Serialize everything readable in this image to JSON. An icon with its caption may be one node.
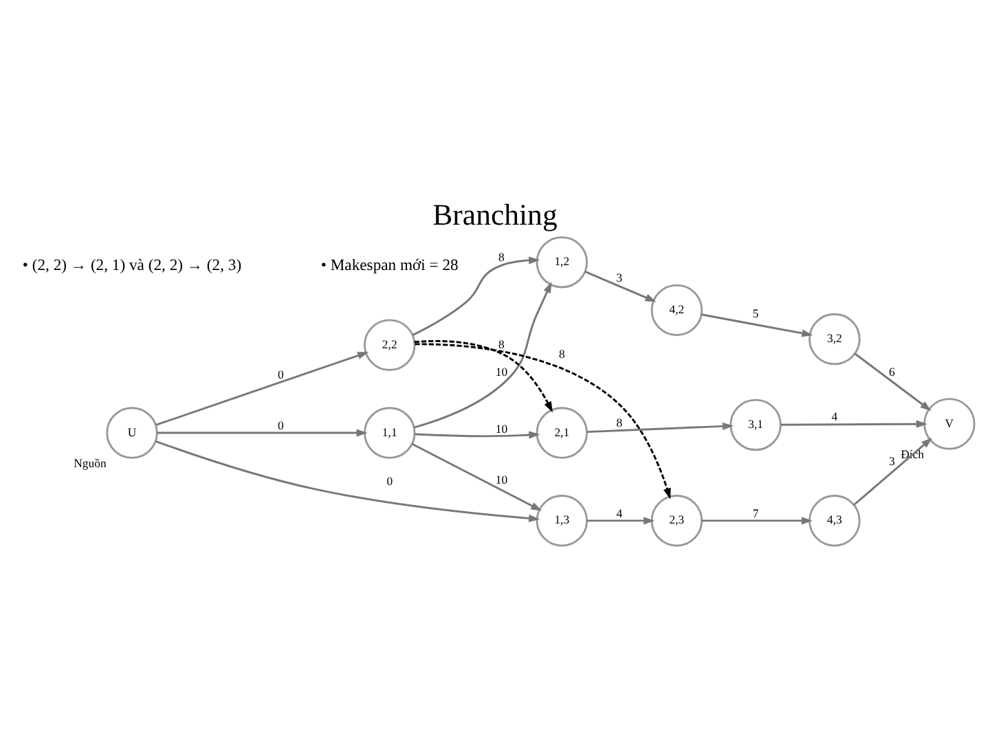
{
  "diagram": {
    "title": "Branching",
    "nodes": [
      {
        "text": [
          "U"
        ],
        "beside": [
          "Nguồn"
        ]
      },
      {
        "text": [
          "1,1"
        ]
      },
      {
        "text": [
          "2,2"
        ]
      },
      {
        "text": [
          "1,3"
        ]
      },
      {
        "text": [
          "2,1"
        ]
      },
      {
        "text": [
          "1,2"
        ]
      },
      {
        "text": [
          "2,3"
        ]
      },
      {
        "text": [
          "3,1"
        ]
      },
      {
        "text": [
          "4,2"
        ]
      },
      {
        "text": [
          "4,3"
        ]
      },
      {
        "text": [
          "3,2"
        ]
      },
      {
        "text": [
          "V"
        ],
        "beside": [
          "Đích"
        ]
      }
    ],
    "edges": [
      {
        "from": 0,
        "to": 1,
        "arrow": "to",
        "label": "0"
      },
      {
        "from": 0,
        "to": 2,
        "arrow": "to",
        "label": "0"
      },
      {
        "from": 0,
        "to": 3,
        "arrow": "to",
        "label": "0"
      },
      {
        "from": 1,
        "to": 4,
        "arrow": "to",
        "label": "10"
      },
      {
        "from": 2,
        "to": 5,
        "arrow": "to",
        "label": "8"
      },
      {
        "from": 3,
        "to": 6,
        "arrow": "to",
        "label": "4"
      },
      {
        "from": 1,
        "to": 5,
        "arrow": "to",
        "label": "10"
      },
      {
        "from": 1,
        "to": 3,
        "arrow": "to",
        "label": "10"
      },
      {
        "from": 2,
        "to": 4,
        "arrow": "to",
        "label": "8",
        "style": "dashed",
        "color": "#000000"
      },
      {
        "from": 2,
        "to": 6,
        "arrow": "to",
        "label": "8",
        "style": "dashed",
        "color": "#000000"
      },
      {
        "from": 4,
        "to": 7,
        "arrow": "to",
        "label": "8"
      },
      {
        "from": 5,
        "to": 8,
        "arrow": "to",
        "label": "3"
      },
      {
        "from": 6,
        "to": 9,
        "arrow": "to",
        "label": "7"
      },
      {
        "from": 8,
        "to": 10,
        "arrow": "to",
        "label": "5"
      },
      {
        "from": 7,
        "to": 11,
        "arrow": "to",
        "label": "4"
      },
      {
        "from": 10,
        "to": 11,
        "arrow": "to",
        "label": "6"
      },
      {
        "from": 9,
        "to": 11,
        "arrow": "to",
        "label": "3"
      }
    ],
    "labels": [
      "• (2, 2) → (2, 1) và (2, 2) → (2, 3)",
      "• Makespan mới = 28"
    ]
  }
}
